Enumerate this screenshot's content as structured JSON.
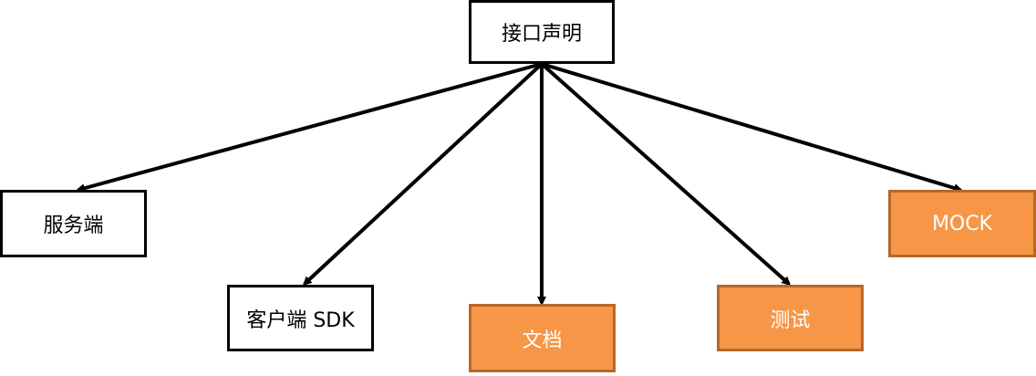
{
  "diagram": {
    "root": {
      "label": "接口声明"
    },
    "children": [
      {
        "id": "server",
        "label": "服务端"
      },
      {
        "id": "sdk",
        "label": "客户端 SDK"
      },
      {
        "id": "doc",
        "label": "文档"
      },
      {
        "id": "test",
        "label": "测试"
      },
      {
        "id": "mock",
        "label": "MOCK"
      }
    ],
    "colors": {
      "accent_fill": "#f79646",
      "accent_border": "#b7672a",
      "line": "#000000"
    }
  }
}
